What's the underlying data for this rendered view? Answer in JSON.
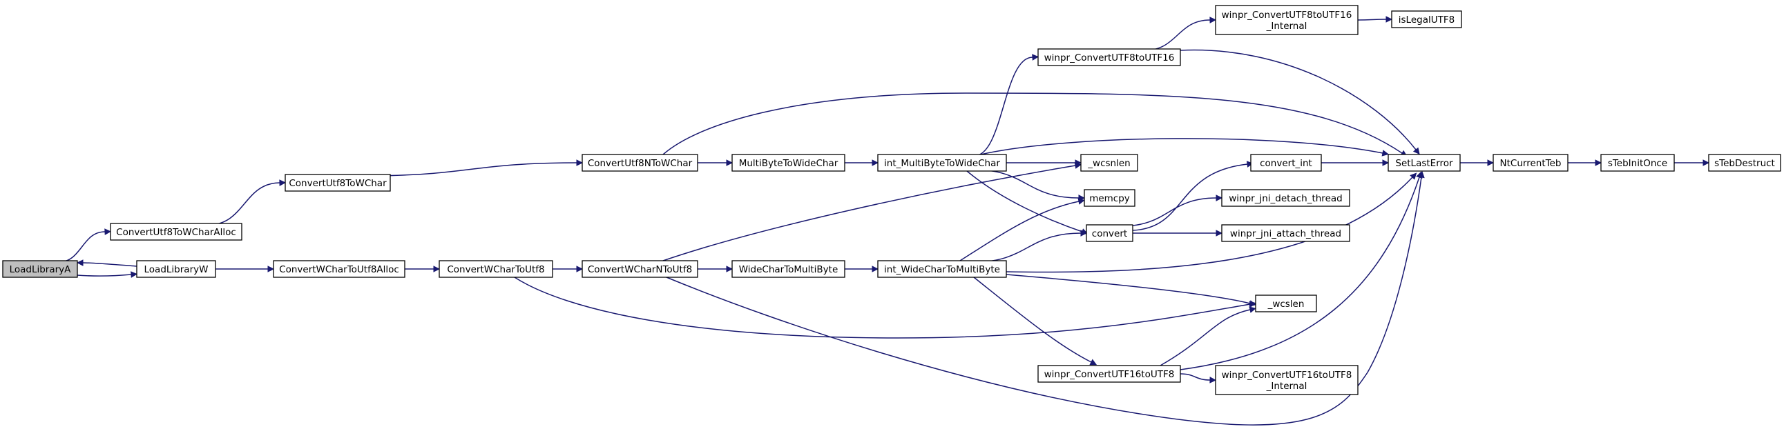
{
  "colors": {
    "edge": "#191970",
    "node_border": "#000000",
    "root_fill": "#bfbfbf",
    "node_fill": "#ffffff",
    "background": "#ffffff"
  },
  "nodes": {
    "LoadLibraryA": {
      "lines": [
        "LoadLibraryA"
      ]
    },
    "ConvertUtf8ToWCharAlloc": {
      "lines": [
        "ConvertUtf8ToWCharAlloc"
      ]
    },
    "LoadLibraryW": {
      "lines": [
        "LoadLibraryW"
      ]
    },
    "ConvertUtf8ToWChar": {
      "lines": [
        "ConvertUtf8ToWChar"
      ]
    },
    "ConvertWCharToUtf8Alloc": {
      "lines": [
        "ConvertWCharToUtf8Alloc"
      ]
    },
    "ConvertWCharToUtf8": {
      "lines": [
        "ConvertWCharToUtf8"
      ]
    },
    "ConvertUtf8NToWChar": {
      "lines": [
        "ConvertUtf8NToWChar"
      ]
    },
    "ConvertWCharNToUtf8": {
      "lines": [
        "ConvertWCharNToUtf8"
      ]
    },
    "MultiByteToWideChar": {
      "lines": [
        "MultiByteToWideChar"
      ]
    },
    "WideCharToMultiByte": {
      "lines": [
        "WideCharToMultiByte"
      ]
    },
    "int_MultiByteToWideChar": {
      "lines": [
        "int_MultiByteToWideChar"
      ]
    },
    "int_WideCharToMultiByte": {
      "lines": [
        "int_WideCharToMultiByte"
      ]
    },
    "winpr_ConvertUTF8toUTF16": {
      "lines": [
        "winpr_ConvertUTF8toUTF16"
      ]
    },
    "winpr_ConvertUTF8toUTF16_Internal": {
      "lines": [
        "winpr_ConvertUTF8toUTF16",
        "_Internal"
      ]
    },
    "isLegalUTF8": {
      "lines": [
        "isLegalUTF8"
      ]
    },
    "_wcsnlen": {
      "lines": [
        "_wcsnlen"
      ]
    },
    "memcpy": {
      "lines": [
        "memcpy"
      ]
    },
    "convert": {
      "lines": [
        "convert"
      ]
    },
    "convert_int": {
      "lines": [
        "convert_int"
      ]
    },
    "winpr_jni_detach_thread": {
      "lines": [
        "winpr_jni_detach_thread"
      ]
    },
    "winpr_jni_attach_thread": {
      "lines": [
        "winpr_jni_attach_thread"
      ]
    },
    "_wcslen": {
      "lines": [
        "_wcslen"
      ]
    },
    "winpr_ConvertUTF16toUTF8": {
      "lines": [
        "winpr_ConvertUTF16toUTF8"
      ]
    },
    "winpr_ConvertUTF16toUTF8_Internal": {
      "lines": [
        "winpr_ConvertUTF16toUTF8",
        "_Internal"
      ]
    },
    "SetLastError": {
      "lines": [
        "SetLastError"
      ]
    },
    "NtCurrentTeb": {
      "lines": [
        "NtCurrentTeb"
      ]
    },
    "sTebInitOnce": {
      "lines": [
        "sTebInitOnce"
      ]
    },
    "sTebDestruct": {
      "lines": [
        "sTebDestruct"
      ]
    }
  },
  "edges": [
    [
      "LoadLibraryA",
      "ConvertUtf8ToWCharAlloc"
    ],
    [
      "LoadLibraryA",
      "LoadLibraryW"
    ],
    [
      "LoadLibraryW",
      "LoadLibraryA"
    ],
    [
      "LoadLibraryW",
      "ConvertWCharToUtf8Alloc"
    ],
    [
      "ConvertUtf8ToWCharAlloc",
      "ConvertUtf8ToWChar"
    ],
    [
      "ConvertUtf8ToWChar",
      "ConvertUtf8NToWChar"
    ],
    [
      "ConvertUtf8NToWChar",
      "MultiByteToWideChar"
    ],
    [
      "ConvertUtf8NToWChar",
      "SetLastError"
    ],
    [
      "MultiByteToWideChar",
      "int_MultiByteToWideChar"
    ],
    [
      "int_MultiByteToWideChar",
      "winpr_ConvertUTF8toUTF16"
    ],
    [
      "int_MultiByteToWideChar",
      "SetLastError"
    ],
    [
      "int_MultiByteToWideChar",
      "_wcsnlen"
    ],
    [
      "int_MultiByteToWideChar",
      "memcpy"
    ],
    [
      "int_MultiByteToWideChar",
      "convert"
    ],
    [
      "winpr_ConvertUTF8toUTF16",
      "winpr_ConvertUTF8toUTF16_Internal"
    ],
    [
      "winpr_ConvertUTF8toUTF16",
      "SetLastError"
    ],
    [
      "winpr_ConvertUTF8toUTF16_Internal",
      "isLegalUTF8"
    ],
    [
      "ConvertWCharToUtf8Alloc",
      "ConvertWCharToUtf8"
    ],
    [
      "ConvertWCharToUtf8",
      "ConvertWCharNToUtf8"
    ],
    [
      "ConvertWCharToUtf8",
      "_wcslen"
    ],
    [
      "ConvertWCharNToUtf8",
      "_wcsnlen"
    ],
    [
      "ConvertWCharNToUtf8",
      "WideCharToMultiByte"
    ],
    [
      "ConvertWCharNToUtf8",
      "SetLastError"
    ],
    [
      "WideCharToMultiByte",
      "int_WideCharToMultiByte"
    ],
    [
      "int_WideCharToMultiByte",
      "memcpy"
    ],
    [
      "int_WideCharToMultiByte",
      "convert"
    ],
    [
      "int_WideCharToMultiByte",
      "SetLastError"
    ],
    [
      "int_WideCharToMultiByte",
      "_wcslen"
    ],
    [
      "int_WideCharToMultiByte",
      "winpr_ConvertUTF16toUTF8"
    ],
    [
      "convert",
      "convert_int"
    ],
    [
      "convert",
      "winpr_jni_detach_thread"
    ],
    [
      "convert",
      "winpr_jni_attach_thread"
    ],
    [
      "convert_int",
      "SetLastError"
    ],
    [
      "winpr_ConvertUTF16toUTF8",
      "_wcslen"
    ],
    [
      "winpr_ConvertUTF16toUTF8",
      "winpr_ConvertUTF16toUTF8_Internal"
    ],
    [
      "winpr_ConvertUTF16toUTF8",
      "SetLastError"
    ],
    [
      "SetLastError",
      "NtCurrentTeb"
    ],
    [
      "NtCurrentTeb",
      "sTebInitOnce"
    ],
    [
      "sTebInitOnce",
      "sTebDestruct"
    ]
  ]
}
